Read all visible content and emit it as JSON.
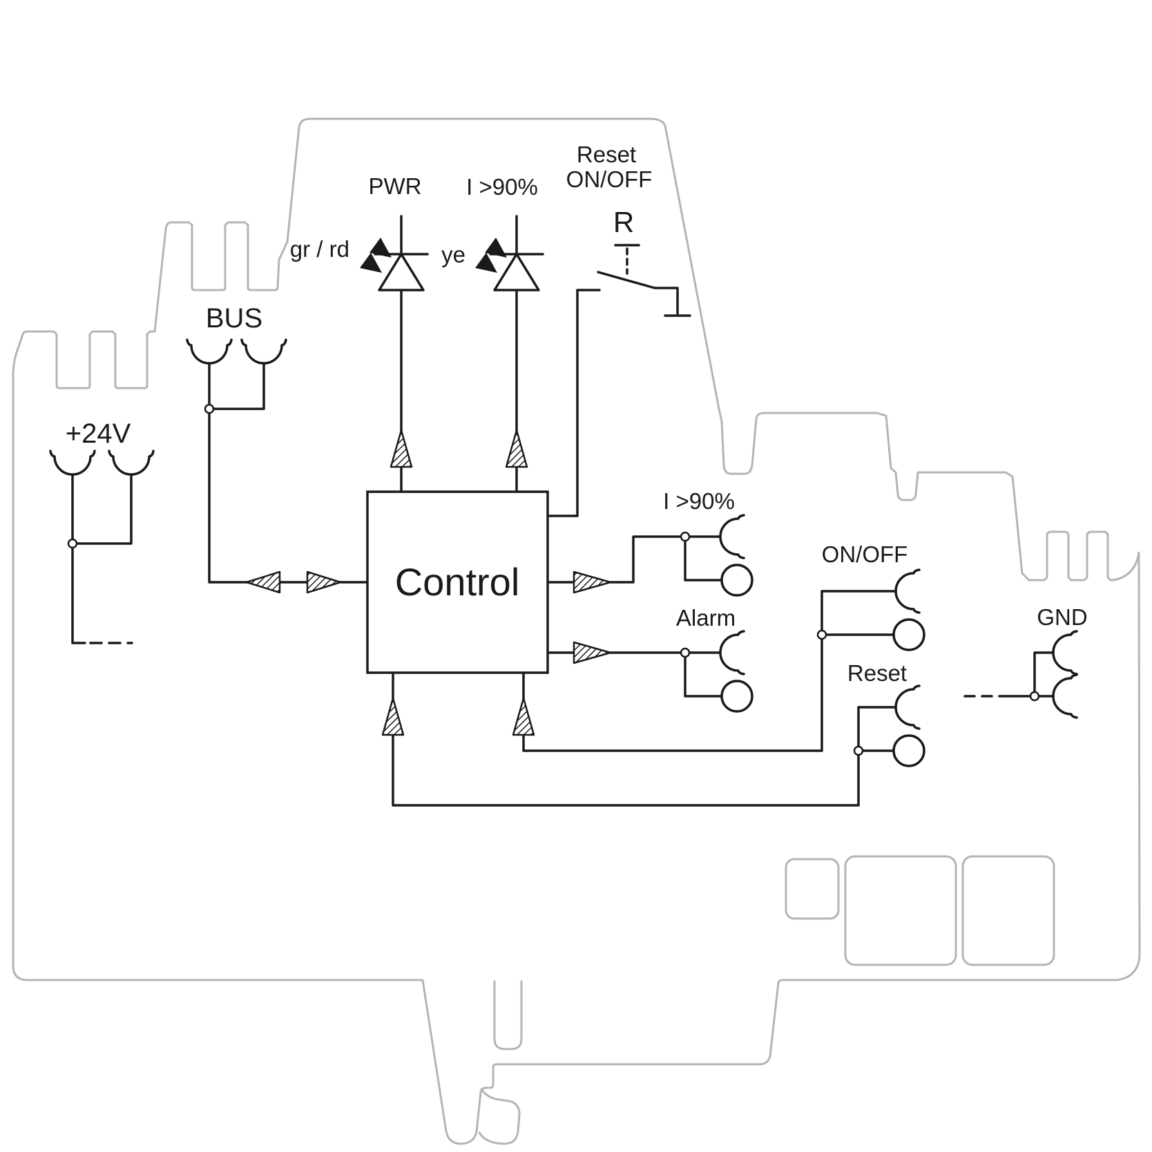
{
  "diagram": {
    "control_label": "Control",
    "indicators": {
      "pwr": {
        "label": "PWR",
        "color_code": "gr / rd"
      },
      "overcurrent": {
        "label": "I >90%",
        "color_code": "ye"
      }
    },
    "reset_switch": {
      "label_top": "Reset",
      "label_bottom": "ON/OFF",
      "designator": "R"
    },
    "inputs": {
      "supply": {
        "label": "+24V"
      },
      "bus": {
        "label": "BUS"
      }
    },
    "outputs": {
      "overcurrent": {
        "label": "I >90%"
      },
      "alarm": {
        "label": "Alarm"
      }
    },
    "controls": {
      "on_off": {
        "label": "ON/OFF"
      },
      "reset": {
        "label": "Reset"
      },
      "gnd": {
        "label": "GND"
      }
    },
    "colors": {
      "wire": "#1a1a1a",
      "housing_outline": "#b4b4b4",
      "background": "#ffffff"
    }
  }
}
